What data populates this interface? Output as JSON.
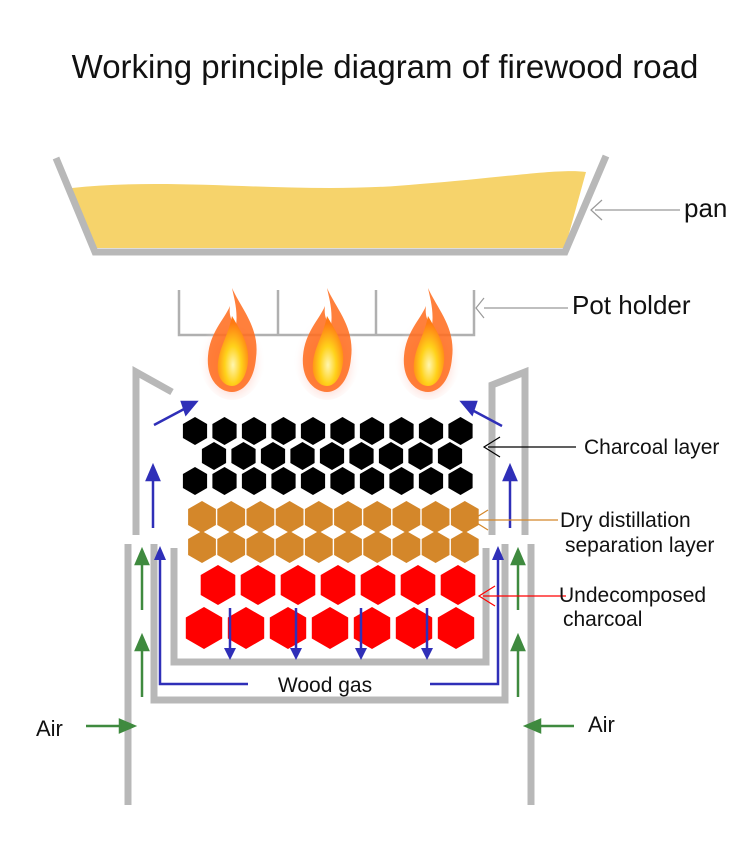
{
  "title": "Working principle diagram of firewood road",
  "labels": {
    "pan": "pan",
    "pot_holder": "Pot holder",
    "charcoal_layer": "Charcoal layer",
    "dry_distillation_line1": "Dry distillation",
    "dry_distillation_line2": "separation layer",
    "undecomposed_line1": "Undecomposed",
    "undecomposed_line2": "charcoal",
    "wood_gas": "Wood gas",
    "air_left": "Air",
    "air_right": "Air"
  },
  "colors": {
    "pan_fill": "#f6d36b",
    "stove_gray": "#b8b8b8",
    "charcoal": "#000000",
    "dry_distillation": "#d4872a",
    "undecomposed": "#ff0000",
    "blue_arrow": "#2f2fb8",
    "green_arrow": "#3f8a3f",
    "flame_outer": "#ff6a1a",
    "flame_inner": "#ffd21a"
  },
  "icons": {
    "flames": "fire-icon",
    "pellets": "hexagon"
  }
}
